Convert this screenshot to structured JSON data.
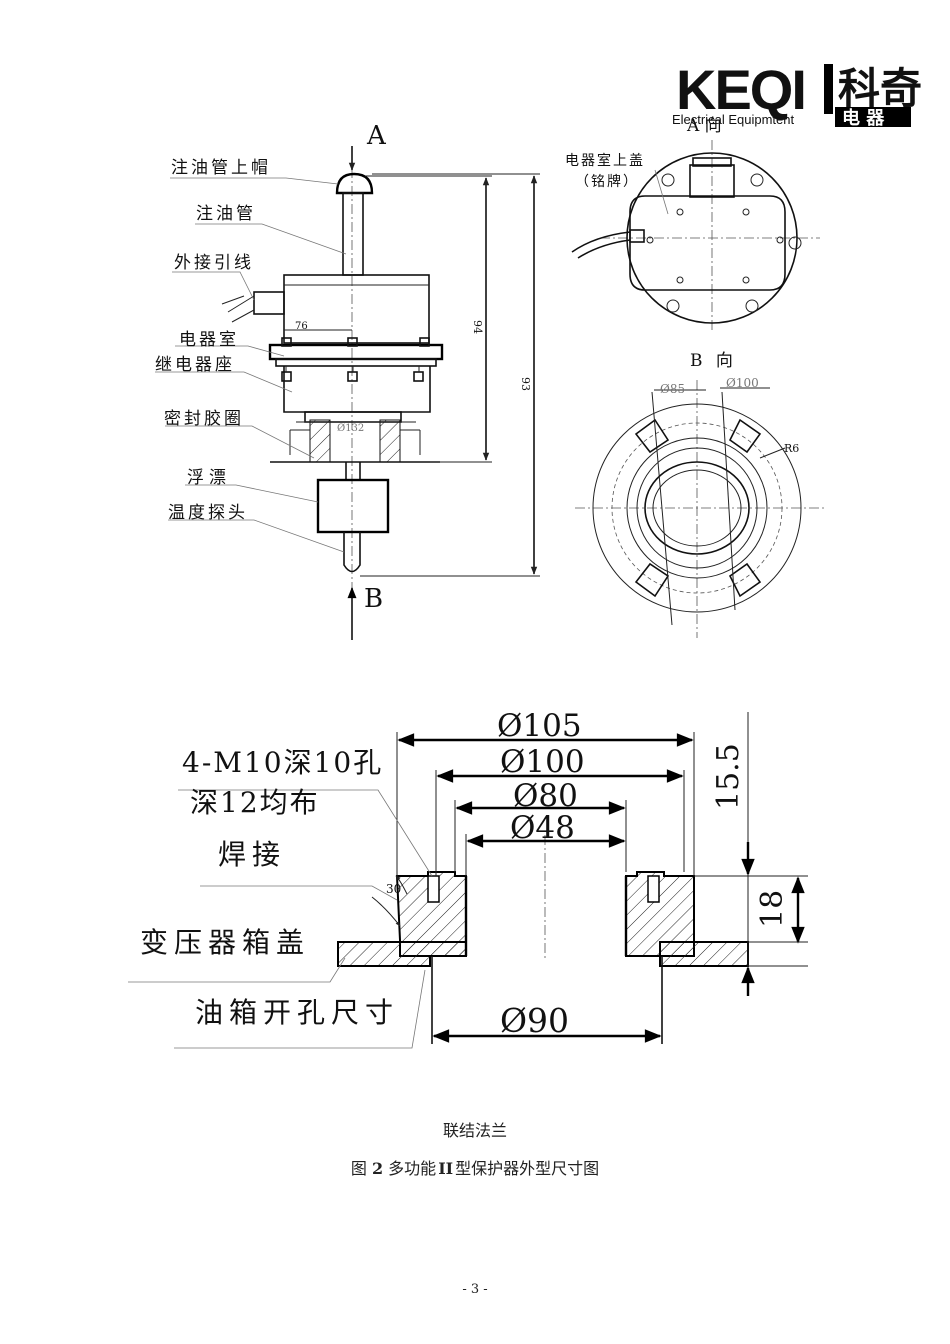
{
  "logo": {
    "latin": "KEQI",
    "chinese_top": "科奇",
    "chinese_bottom": "电 器",
    "subtitle": "Electrical Equipmtent"
  },
  "top_drawing": {
    "view_mark_a": "A",
    "view_mark_b": "B",
    "labels": {
      "oil_pipe_cap": "注油管上帽",
      "oil_pipe": "注油管",
      "external_lead": "外接引线",
      "electrical_chamber": "电器室",
      "relay_base": "继电器座",
      "seal_ring": "密封胶圈",
      "float": "浮漂",
      "temp_probe": "温度探头"
    },
    "dimensions": {
      "width_76": "76",
      "height_94": "94",
      "height_93": "93",
      "dia_132": "Ø132"
    }
  },
  "view_a": {
    "title": "A 向",
    "cover_label": "电器室上盖",
    "nameplate_label": "（铭牌）"
  },
  "view_b": {
    "title": "B 向",
    "dia_85": "Ø85",
    "dia_100": "Ø100",
    "radius": "R6"
  },
  "flange": {
    "hole_note_1": "4-M10深10孔",
    "hole_note_2": "深12均布",
    "weld": "焊接",
    "tank_cover": "变压器箱盖",
    "tank_hole": "油箱开孔尺寸",
    "angle_30": "30",
    "dia_105": "Ø105",
    "dia_100": "Ø100",
    "dia_80": "Ø80",
    "dia_48": "Ø48",
    "dia_90": "Ø90",
    "dim_15_5": "15.5",
    "dim_18": "18"
  },
  "captions": {
    "flange_name": "联结法兰",
    "figure_prefix": "图",
    "figure_number": "2",
    "figure_text_a": "多功能",
    "figure_type": "II",
    "figure_text_b": "型保护器外型尺寸图"
  },
  "page_number": "- 3 -"
}
